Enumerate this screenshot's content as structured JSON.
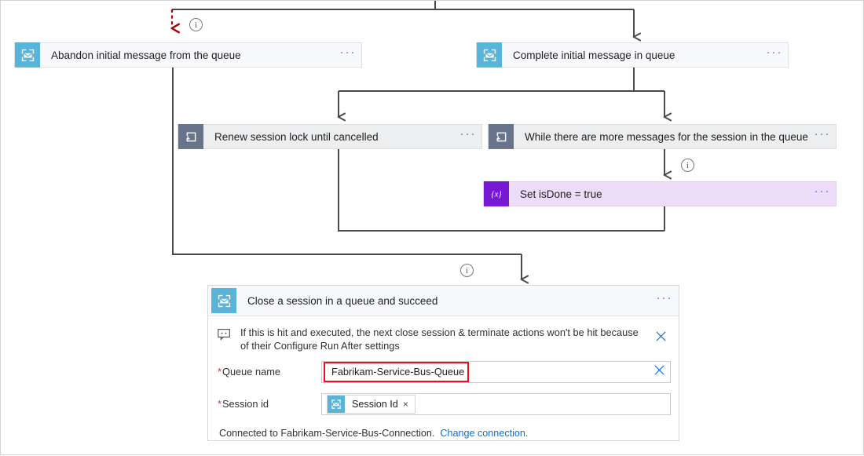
{
  "designer": {
    "name": "logic-app-designer-canvas",
    "colors": {
      "service_bus_icon": "#59b4d9",
      "loop_icon": "#68748c",
      "variable_icon": "#7719d4",
      "connector_line": "#4a4a4a",
      "run_after_line": "#a80000",
      "required_asterisk": "#d13438",
      "highlight_border": "#e81123",
      "link": "#0b6fd4"
    }
  },
  "actions": [
    {
      "id": "abandon-initial-message",
      "title": "Abandon initial message from the queue",
      "icon": "service-bus-icon",
      "kind": "blue",
      "menu": "···"
    },
    {
      "id": "complete-initial-message",
      "title": "Complete initial message in queue",
      "icon": "service-bus-icon",
      "kind": "blue",
      "menu": "···"
    },
    {
      "id": "renew-session-lock",
      "title": "Renew session lock until cancelled",
      "icon": "loop-icon",
      "kind": "gray",
      "menu": "···"
    },
    {
      "id": "while-more-messages",
      "title": "While there are more messages for the session in the queue",
      "icon": "loop-icon",
      "kind": "gray",
      "menu": "···"
    },
    {
      "id": "set-isdone-true",
      "title": "Set isDone = true",
      "icon": "variable-icon",
      "kind": "purple",
      "menu": "···"
    }
  ],
  "info_badges": [
    {
      "id": "info-abandon",
      "glyph": "i"
    },
    {
      "id": "info-set-isdone",
      "glyph": "i"
    },
    {
      "id": "info-close-session",
      "glyph": "i"
    }
  ],
  "panel": {
    "title": "Close a session in a queue and succeed",
    "icon": "service-bus-icon",
    "menu": "···",
    "note": {
      "icon": "comment-icon",
      "text": "If this is hit and executed, the next close session & terminate actions won't be hit because of their Configure Run After settings",
      "dismiss": "close-icon"
    },
    "fields": [
      {
        "id": "queue-name",
        "required": true,
        "label": "Queue name",
        "value": "Fabrikam-Service-Bus-Queue",
        "highlighted": true,
        "clear": "clear-icon"
      },
      {
        "id": "session-id",
        "required": true,
        "label": "Session id",
        "token": {
          "icon": "service-bus-icon",
          "label": "Session Id",
          "remove": "×"
        }
      }
    ],
    "connection": {
      "text": "Connected to Fabrikam-Service-Bus-Connection.",
      "link": "Change connection."
    }
  }
}
